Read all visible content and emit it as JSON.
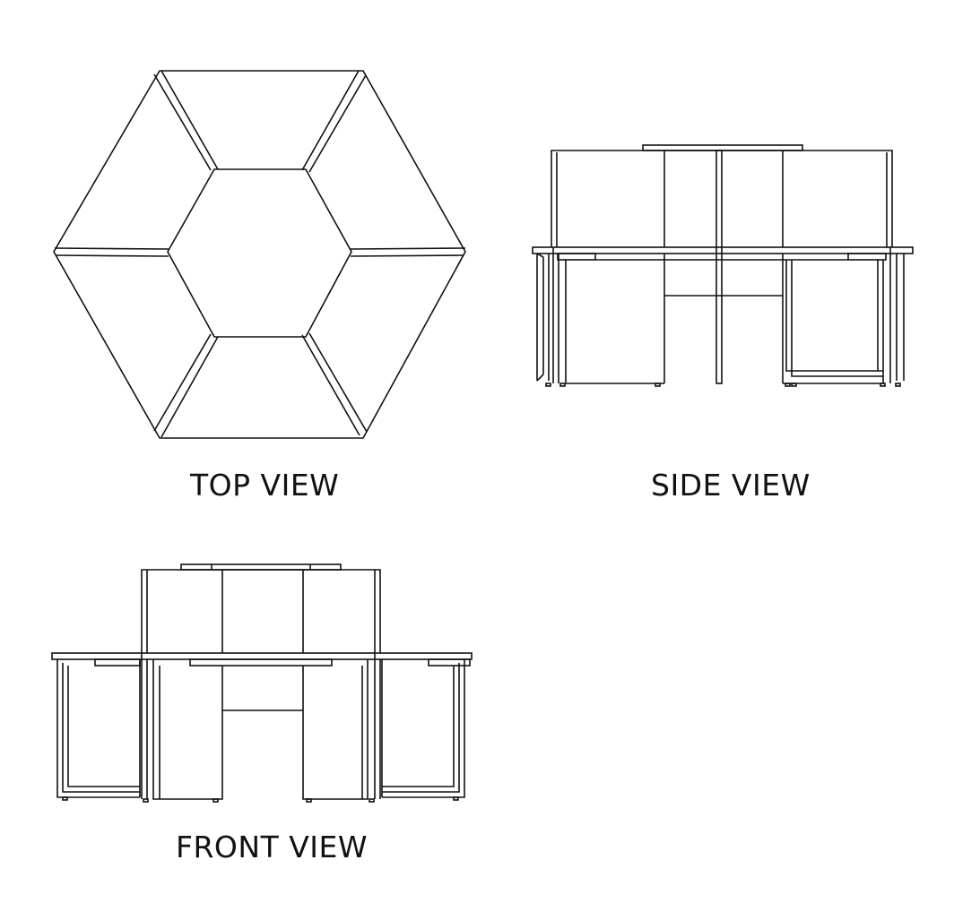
{
  "views": {
    "top": {
      "label": "TOP VIEW"
    },
    "side": {
      "label": "SIDE VIEW"
    },
    "front": {
      "label": "FRONT VIEW"
    }
  },
  "colors": {
    "line": "#111111",
    "background": "#ffffff"
  }
}
